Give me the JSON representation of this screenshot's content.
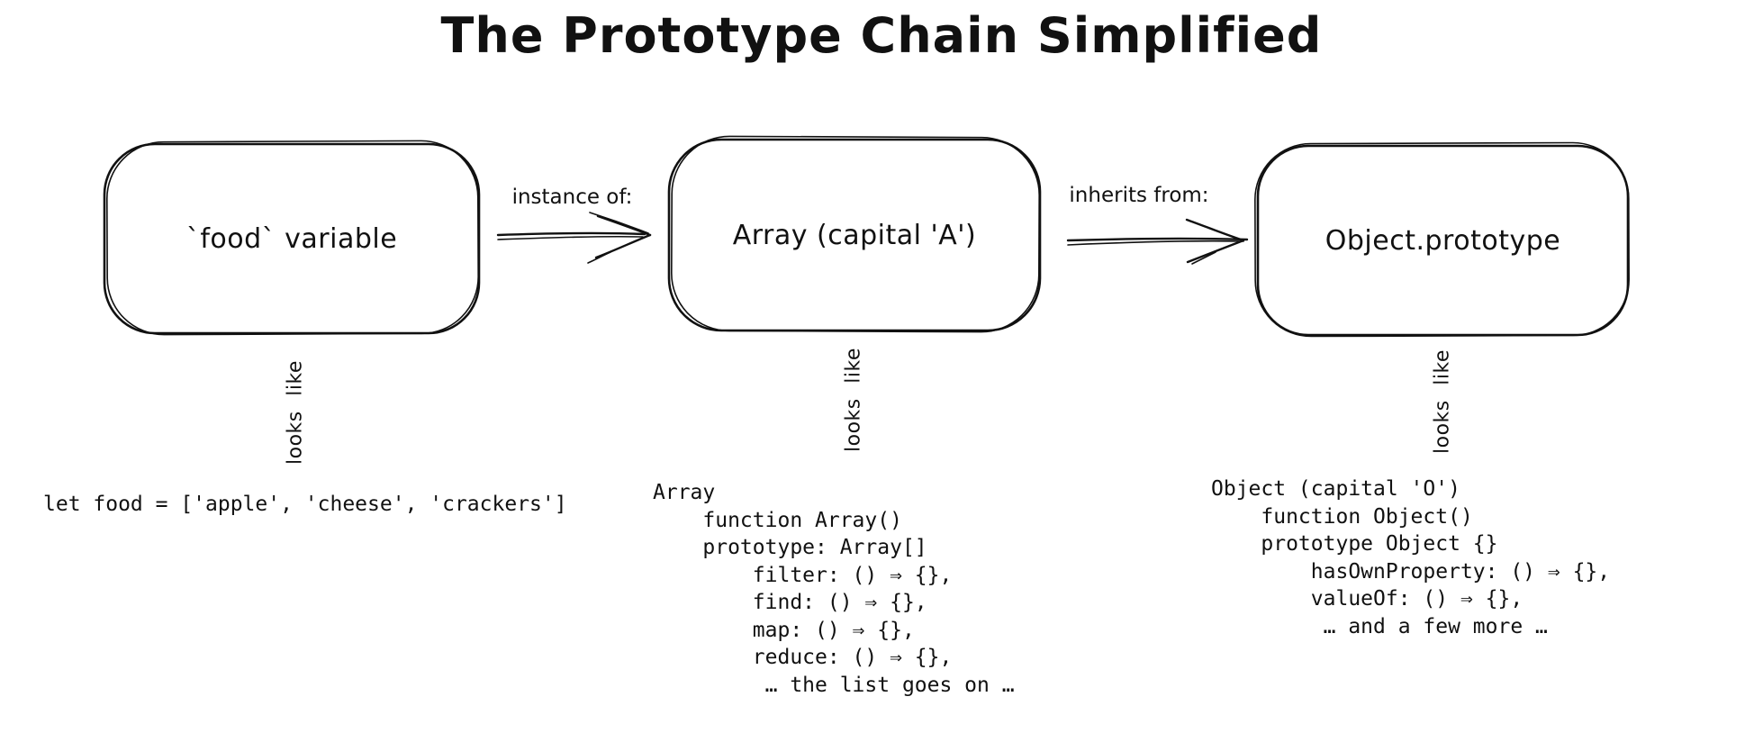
{
  "title": "The Prototype Chain Simplified",
  "colors": {
    "ink": "#111111",
    "background": "#ffffff"
  },
  "nodes": [
    {
      "label": "`food` variable",
      "connector_label": "looks like",
      "code_lines": [
        "let food = ['apple', 'cheese', 'crackers']"
      ]
    },
    {
      "label": "Array (capital 'A')",
      "connector_label": "looks like",
      "code_lines": [
        "Array",
        "    function Array()",
        "    prototype: Array[]",
        "        filter: () ⇒ {},",
        "        find: () ⇒ {},",
        "        map: () ⇒ {},",
        "        reduce: () ⇒ {},",
        "         … the list goes on …"
      ]
    },
    {
      "label": "Object.prototype",
      "connector_label": "looks like",
      "code_lines": [
        "Object (capital 'O')",
        "    function Object()",
        "    prototype Object {}",
        "        hasOwnProperty: () ⇒ {},",
        "        valueOf: () ⇒ {},",
        "         … and a few more …"
      ]
    }
  ],
  "edges": [
    {
      "from": "food-variable",
      "to": "array",
      "label": "instance of:"
    },
    {
      "from": "array",
      "to": "object-prototype",
      "label": "inherits from:"
    }
  ]
}
